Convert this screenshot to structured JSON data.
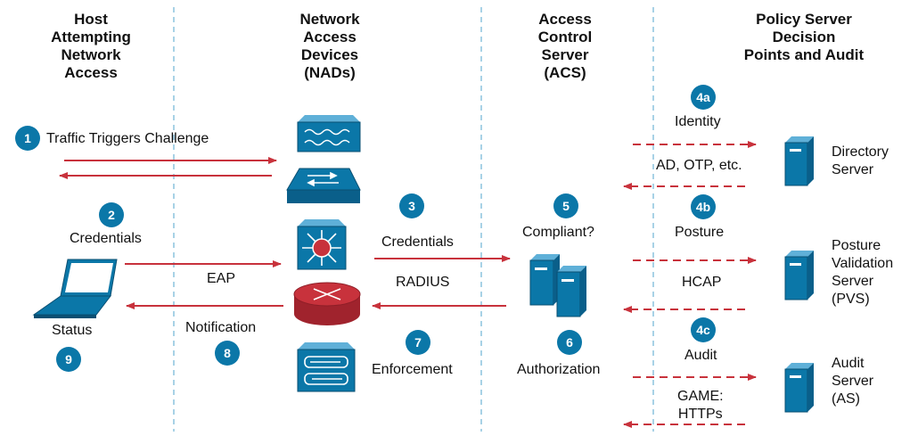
{
  "headers": {
    "host": "Host\nAttempting\nNetwork\nAccess",
    "nads": "Network\nAccess\nDevices\n(NADs)",
    "acs": "Access\nControl\nServer\n(ACS)",
    "policy": "Policy Server\nDecision\nPoints and Audit"
  },
  "steps": {
    "s1": {
      "num": "1",
      "label": "Traffic Triggers Challenge"
    },
    "s2": {
      "num": "2",
      "label": "Credentials"
    },
    "s3": {
      "num": "3",
      "label": "Credentials"
    },
    "s4a": {
      "num": "4a",
      "label": "Identity"
    },
    "s4b": {
      "num": "4b",
      "label": "Posture"
    },
    "s4c": {
      "num": "4c",
      "label": "Audit"
    },
    "s5": {
      "num": "5",
      "label": "Compliant?"
    },
    "s6": {
      "num": "6",
      "label": "Authorization"
    },
    "s7": {
      "num": "7",
      "label": "Enforcement"
    },
    "s8": {
      "num": "8",
      "label": "Notification"
    },
    "s9": {
      "num": "9",
      "label": "Status"
    }
  },
  "flows": {
    "eap": "EAP",
    "radius": "RADIUS",
    "identity_proto": "AD, OTP, etc.",
    "hcap": "HCAP",
    "game": "GAME:\nHTTPs"
  },
  "servers": {
    "directory": "Directory\nServer",
    "pvs": "Posture\nValidation\nServer\n(PVS)",
    "audit": "Audit\nServer\n(AS)"
  },
  "colors": {
    "accent": "#0b77a8",
    "arrow": "#c8323c",
    "divider": "#6fb3d6"
  },
  "icons": [
    "laptop-icon",
    "nad-bar-icon",
    "switch-icon",
    "layer3-switch-icon",
    "router-icon",
    "firewall-icon",
    "acs-server-icon",
    "server-icon"
  ]
}
